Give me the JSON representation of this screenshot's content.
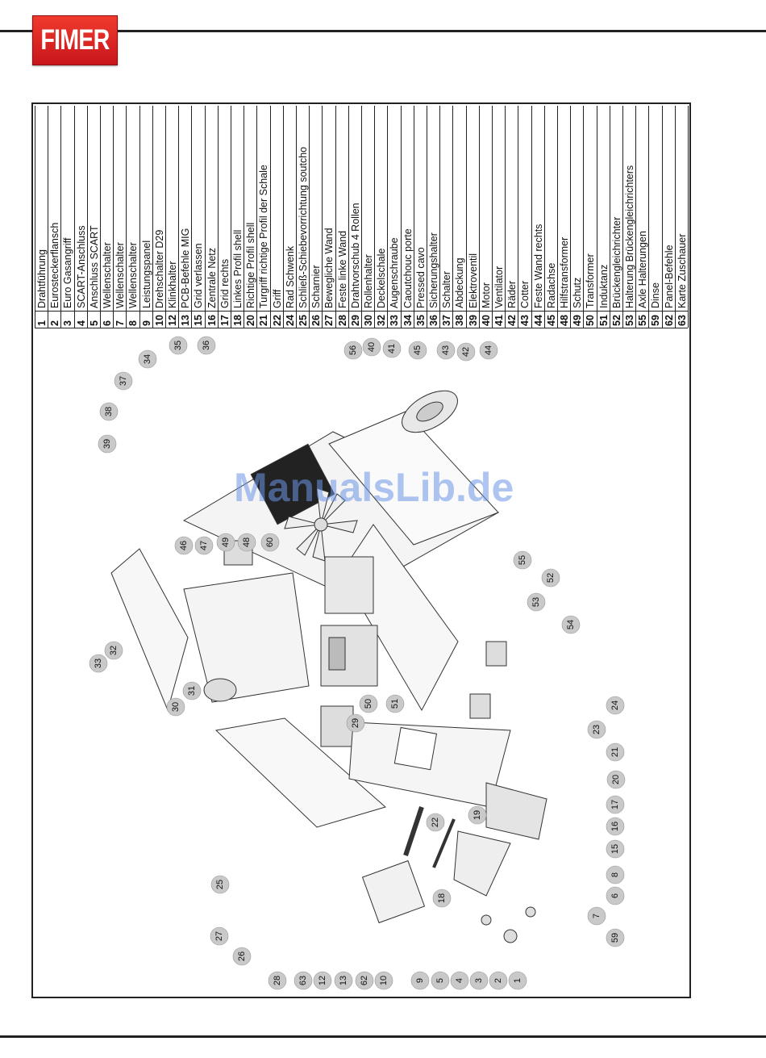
{
  "brand": {
    "logo_text": "FIMER"
  },
  "watermark": "ManualsLib.de",
  "parts": [
    {
      "num": "1",
      "name": "Drahtführung"
    },
    {
      "num": "2",
      "name": "Eurosteckerflansch"
    },
    {
      "num": "3",
      "name": "Euro Gasangriff"
    },
    {
      "num": "4",
      "name": "SCART-Anschluss"
    },
    {
      "num": "5",
      "name": "Anschluss SCART"
    },
    {
      "num": "6",
      "name": "Wellenschalter"
    },
    {
      "num": "7",
      "name": "Wellenschalter"
    },
    {
      "num": "8",
      "name": "Wellenschalter"
    },
    {
      "num": "9",
      "name": "Leistungspanel"
    },
    {
      "num": "10",
      "name": "Drehschalter D29"
    },
    {
      "num": "12",
      "name": "Klinkhalter"
    },
    {
      "num": "13",
      "name": "PCB-Befehle MIG"
    },
    {
      "num": "15",
      "name": "Grid verlassen"
    },
    {
      "num": "16",
      "name": "Zentrale Netz"
    },
    {
      "num": "17",
      "name": "Grid rechts"
    },
    {
      "num": "18",
      "name": "Linkes Profil shell"
    },
    {
      "num": "20",
      "name": "Richtige Profil shell"
    },
    {
      "num": "21",
      "name": "Turgriff richtige Profil der Schale"
    },
    {
      "num": "22",
      "name": "Griff"
    },
    {
      "num": "24",
      "name": "Rad Schwenk"
    },
    {
      "num": "25",
      "name": "Schließ-Schiebevorrichtung soutcho"
    },
    {
      "num": "26",
      "name": "Scharnier"
    },
    {
      "num": "27",
      "name": "Bewegliche Wand"
    },
    {
      "num": "28",
      "name": "Feste linke Wand"
    },
    {
      "num": "29",
      "name": "Drahtvorschub 4 Rollen"
    },
    {
      "num": "30",
      "name": "Rollenhalter"
    },
    {
      "num": "32",
      "name": "Deckelschale"
    },
    {
      "num": "33",
      "name": "Augenschraube"
    },
    {
      "num": "34",
      "name": "Caoutchouc porte"
    },
    {
      "num": "35",
      "name": "Pressed cavo"
    },
    {
      "num": "36",
      "name": "Sicherungshalter"
    },
    {
      "num": "37",
      "name": "Schalter"
    },
    {
      "num": "38",
      "name": "Abdeckung"
    },
    {
      "num": "39",
      "name": "Elektroventil"
    },
    {
      "num": "40",
      "name": "Motor"
    },
    {
      "num": "41",
      "name": "Ventilator"
    },
    {
      "num": "42",
      "name": "Räder"
    },
    {
      "num": "43",
      "name": "Cotter"
    },
    {
      "num": "44",
      "name": "Feste Wand rechts"
    },
    {
      "num": "45",
      "name": "Radachse"
    },
    {
      "num": "48",
      "name": "Hilfstransformer"
    },
    {
      "num": "49",
      "name": "Schutz"
    },
    {
      "num": "50",
      "name": "Transformer"
    },
    {
      "num": "51",
      "name": "Induktanz"
    },
    {
      "num": "52",
      "name": "Brückengleichrichter"
    },
    {
      "num": "53",
      "name": "Halterung Brückengleichrichters"
    },
    {
      "num": "55",
      "name": "Axle Halterungen"
    },
    {
      "num": "59",
      "name": "Dinse"
    },
    {
      "num": "62",
      "name": "Panel-Befehle"
    },
    {
      "num": "63",
      "name": "Karte Zuschauer"
    }
  ],
  "callouts": [
    "34",
    "35",
    "36",
    "37",
    "38",
    "39",
    "56",
    "40",
    "41",
    "45",
    "43",
    "42",
    "44",
    "49",
    "48",
    "60",
    "46",
    "47",
    "33",
    "32",
    "30",
    "31",
    "55",
    "52",
    "53",
    "54",
    "50",
    "51",
    "24",
    "29",
    "23",
    "21",
    "20",
    "17",
    "16",
    "15",
    "8",
    "6",
    "7",
    "59",
    "22",
    "19",
    "18",
    "25",
    "27",
    "26",
    "28",
    "63",
    "12",
    "13",
    "62",
    "10",
    "9",
    "5",
    "4",
    "3",
    "2",
    "1"
  ],
  "colors": {
    "logo_red": "#d42a22",
    "callout_fill": "#c9c9c9",
    "watermark": "#6e96e6"
  }
}
